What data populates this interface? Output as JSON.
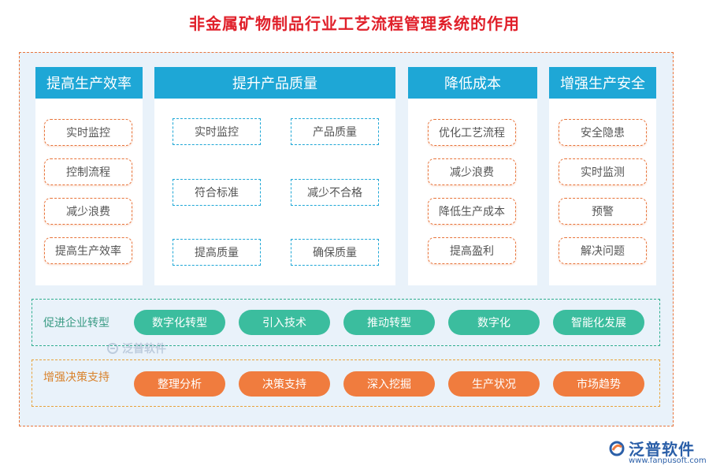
{
  "title": "非金属矿物制品行业工艺流程管理系统的作用",
  "columns": [
    {
      "header": "提高生产效率",
      "items": [
        "实时监控",
        "控制流程",
        "减少浪费",
        "提高生产效率"
      ]
    },
    {
      "header": "提升产品质量",
      "items": [
        "实时监控",
        "产品质量",
        "符合标准",
        "减少不合格",
        "提高质量",
        "确保质量"
      ]
    },
    {
      "header": "降低成本",
      "items": [
        "优化工艺流程",
        "减少浪费",
        "降低生产成本",
        "提高盈利"
      ]
    },
    {
      "header": "增强生产安全",
      "items": [
        "安全隐患",
        "实时监测",
        "预警",
        "解决问题"
      ]
    }
  ],
  "bands": [
    {
      "label": "促进企业转型",
      "items": [
        "数字化转型",
        "引入技术",
        "推动转型",
        "数字化",
        "智能化发展"
      ]
    },
    {
      "label": "增强决策支持",
      "items": [
        "整理分析",
        "决策支持",
        "深入挖掘",
        "生产状况",
        "市场趋势"
      ]
    }
  ],
  "watermark": "泛普软件",
  "logo": {
    "name": "泛普软件",
    "url": "www.fanpusoft.com"
  },
  "colors": {
    "title": "#e0202a",
    "header_bg": "#1ea7d6",
    "frame_border": "#e8743b",
    "green_pill": "#3bbd9e",
    "orange_pill": "#f07c3e"
  }
}
